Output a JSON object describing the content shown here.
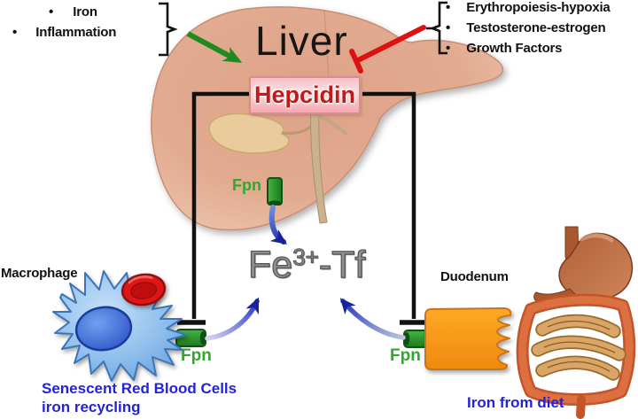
{
  "diagram_title": "Liver",
  "bullet_char": "•",
  "upregulators": {
    "items": [
      "Iron",
      "Inflammation"
    ]
  },
  "downregulators": {
    "items": [
      "Erythropoiesis-hypoxia",
      "Testosterone-estrogen",
      "Growth Factors"
    ]
  },
  "hepcidin": {
    "label": "Hepcidin"
  },
  "fpn_label": "Fpn",
  "fe_tf": {
    "pre": "Fe",
    "sup": "3+",
    "post": "-Tf"
  },
  "macrophage": {
    "label": "Macrophage",
    "caption_line1": "Senescent Red Blood Cells",
    "caption_line2": "iron recycling"
  },
  "duodenum": {
    "label": "Duodenum",
    "caption": "Iron from diet"
  },
  "colors": {
    "hepcidin_red": "#c11a1a",
    "hepcidin_box_pink": "#f6bfc4",
    "fpn_green": "#2ea82e",
    "caption_blue": "#2222dd",
    "stimulation_arrow_green": "#1f8a1f",
    "inhibition_arrow_red": "#dd1111",
    "inhibitor_line_black": "#111111",
    "liver_salmon": "#e2a98e",
    "duodenum_orange": "#f79420",
    "transport_arrow_blue": "#1a2fb0",
    "fe_tf_gray": "#8c8c8c",
    "macrophage_blue": "#6fa9e2",
    "red_blood_cell": "#e01818"
  }
}
